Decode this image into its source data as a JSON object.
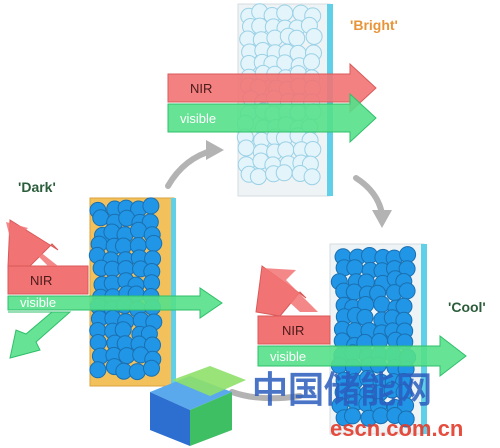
{
  "states": {
    "bright": {
      "label": "'Bright'",
      "label_color": "#e8953a"
    },
    "dark": {
      "label": "'Dark'",
      "label_color": "#2c5d3b"
    },
    "cool": {
      "label": "'Cool'",
      "label_color": "#2c5d3b"
    }
  },
  "bands": {
    "nir": "NIR",
    "visible": "visible"
  },
  "colors": {
    "nir_band": "#f27373",
    "nir_stroke": "#d95a5a",
    "visible_band": "#55e08a",
    "visible_stroke": "#2fbf6a",
    "particle_clear": "#e3f4fb",
    "particle_clear_stroke": "#9ad1e6",
    "particle_dark": "#2196e6",
    "particle_dark_stroke": "#1a6fb0",
    "electrolyte_clear": "#eef3f5",
    "electrolyte_dark": "#f3c15c",
    "electrode": "#5fd0e8",
    "cycle_arrow": "#b3b3b3"
  },
  "watermark": {
    "cn": "中国储能网",
    "url": "escn.com.cn",
    "blue": "#2a5dbd",
    "red": "#e23a2a",
    "green": "#2fb36a"
  }
}
